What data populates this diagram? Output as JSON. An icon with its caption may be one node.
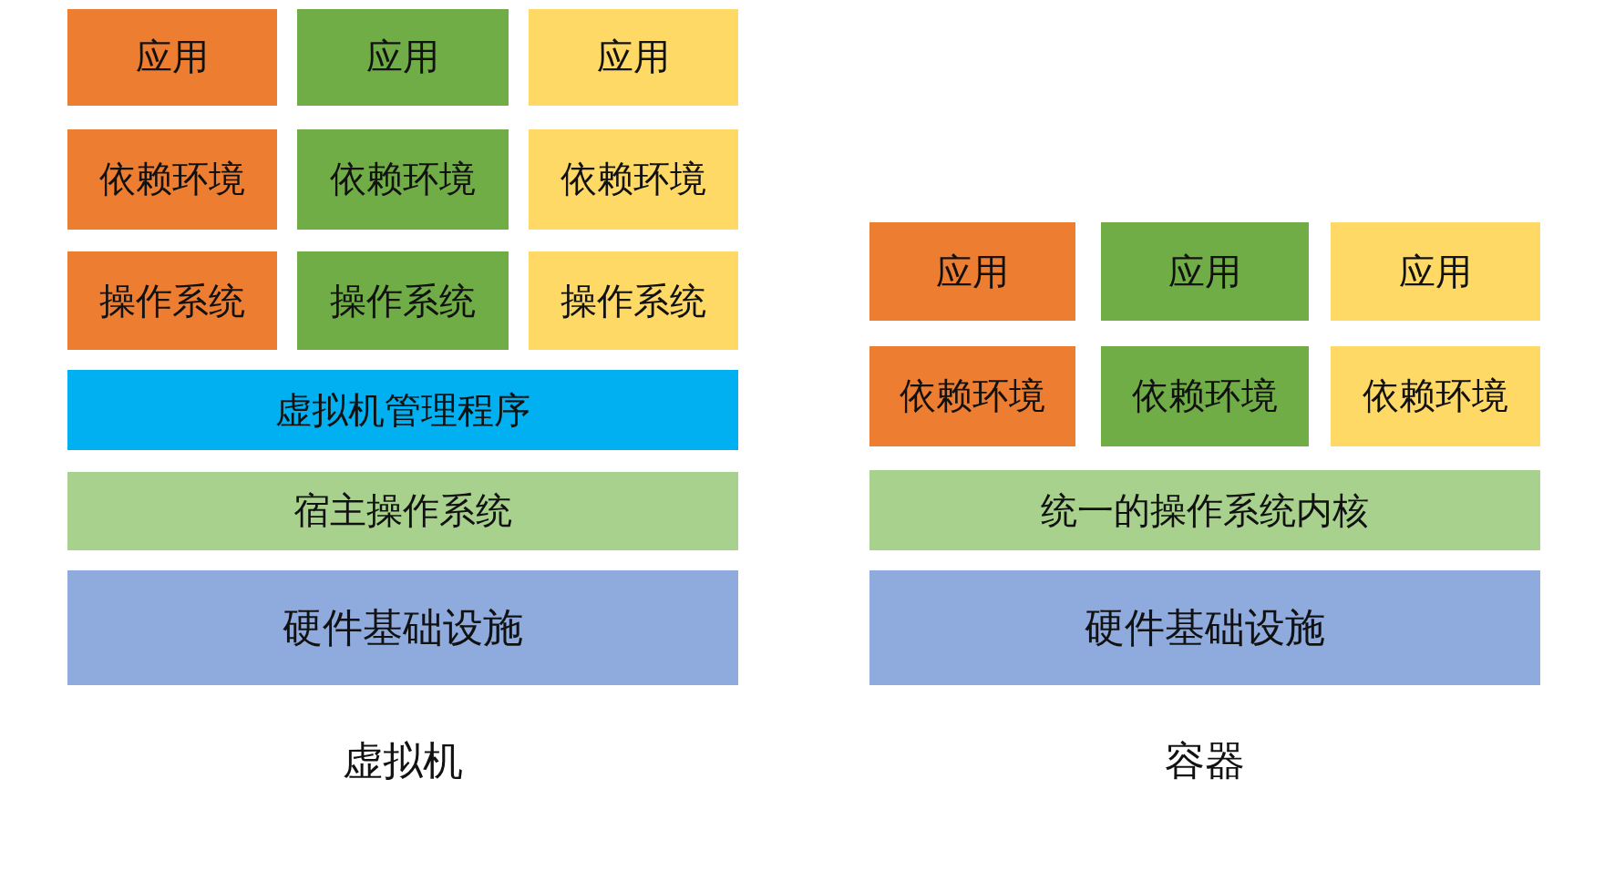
{
  "diagram": {
    "nodes": [
      {
        "text": [
          "应用"
        ]
      },
      {
        "text": [
          "应用"
        ]
      },
      {
        "text": [
          "应用"
        ]
      },
      {
        "text": [
          "依赖环境"
        ]
      },
      {
        "text": [
          "依赖环境"
        ]
      },
      {
        "text": [
          "依赖环境"
        ]
      },
      {
        "text": [
          "操作系统"
        ]
      },
      {
        "text": [
          "操作系统"
        ]
      },
      {
        "text": [
          "操作系统"
        ]
      },
      {
        "text": [
          "虚拟机管理程序"
        ]
      },
      {
        "text": [
          "宿主操作系统"
        ]
      },
      {
        "text": [
          "硬件基础设施"
        ]
      },
      {
        "text": [
          "应用"
        ]
      },
      {
        "text": [
          "应用"
        ]
      },
      {
        "text": [
          "应用"
        ]
      },
      {
        "text": [
          "依赖环境"
        ]
      },
      {
        "text": [
          "依赖环境"
        ]
      },
      {
        "text": [
          "依赖环境"
        ]
      },
      {
        "text": [
          "统一的操作系统内核"
        ]
      },
      {
        "text": [
          "硬件基础设施"
        ]
      }
    ],
    "labels": [
      "虚拟机",
      "容器"
    ]
  }
}
